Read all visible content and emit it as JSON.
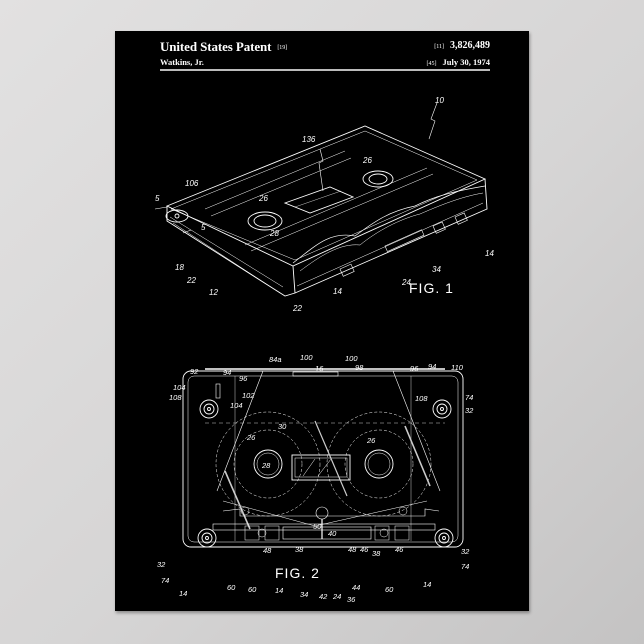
{
  "patent": {
    "title": "United States Patent",
    "title_code": "[19]",
    "inventor": "Watkins, Jr.",
    "number_code": "[11]",
    "number": "3,826,489",
    "date_code": "[45]",
    "date": "July 30, 1974"
  },
  "figures": [
    {
      "label": "FIG. 1",
      "reference_numerals": [
        "10",
        "136",
        "26",
        "106",
        "5",
        "5",
        "26",
        "28",
        "14",
        "34",
        "24",
        "18",
        "22",
        "12",
        "22",
        "14"
      ]
    },
    {
      "label": "FIG. 2",
      "reference_numerals": [
        "92",
        "94",
        "96",
        "84a",
        "100",
        "16",
        "100",
        "98",
        "96",
        "94",
        "110",
        "104",
        "108",
        "102",
        "104",
        "108",
        "74",
        "32",
        "30",
        "26",
        "26",
        "28",
        "50",
        "40",
        "48",
        "38",
        "48",
        "46",
        "38",
        "46",
        "32",
        "74",
        "60",
        "60",
        "14",
        "34",
        "42",
        "24",
        "36",
        "44",
        "60",
        "32",
        "74",
        "14",
        "14"
      ]
    }
  ],
  "colors": {
    "poster_background": "#000000",
    "line_art": "#ffffff",
    "wall": "#d8d7d7"
  }
}
